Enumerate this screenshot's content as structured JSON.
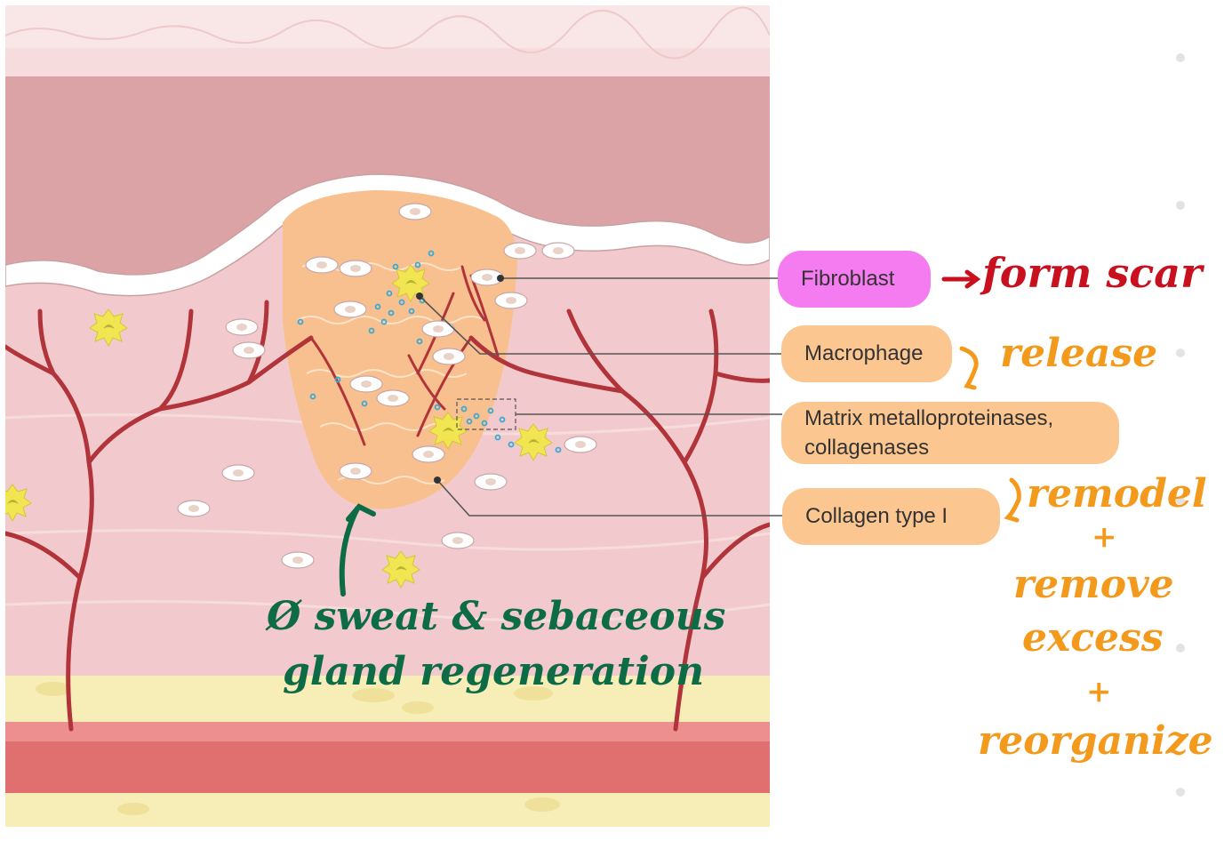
{
  "labels": {
    "fibroblast": "Fibroblast",
    "macrophage": "Macrophage",
    "mmp_line1": "Matrix metalloproteinases,",
    "mmp_line2": "collagenases",
    "collagen": "Collagen type I"
  },
  "annotations": {
    "fibroblast_note": "form scar",
    "macrophage_note": "release",
    "remodel_lines": [
      "remodel",
      "+",
      "remove",
      "excess",
      "+",
      "reorganize"
    ],
    "gland_line1": "Ø sweat & sebaceous",
    "gland_line2": "gland regeneration"
  },
  "colors": {
    "fibroblast_pill": "#f57cf0",
    "other_pill": "#fbc690",
    "red_ink": "#c8101e",
    "orange_ink": "#f39a1c",
    "green_ink": "#0d6b46",
    "vessel": "#b0343a",
    "dermis": "#f2cacd",
    "upper_dermis": "#dca3a7",
    "wound": "#f8c08f",
    "fat": "#f6edb7",
    "macrophage": "#f1e652"
  },
  "icons": [
    "fibroblast-cell-icon",
    "macrophage-cell-icon",
    "enzyme-dot-icon",
    "arrow-up-icon"
  ]
}
